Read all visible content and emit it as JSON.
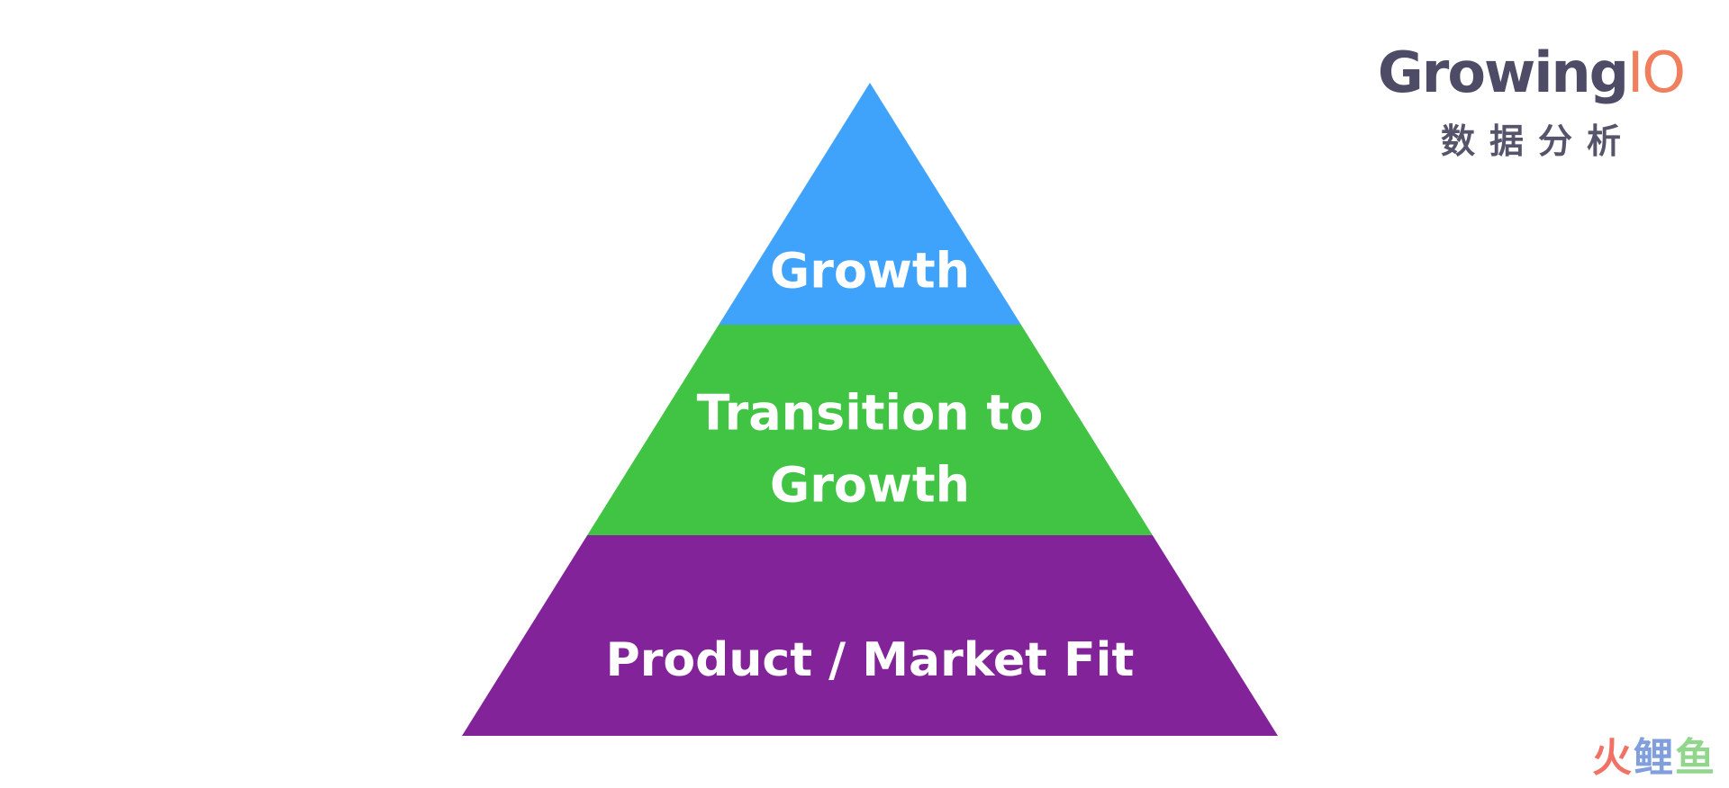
{
  "diagram": {
    "type": "pyramid",
    "tiers": [
      {
        "lines": [
          "Growth"
        ],
        "color": "#3fa2fb"
      },
      {
        "lines": [
          "Transition to",
          "Growth"
        ],
        "color": "#41c443"
      },
      {
        "lines": [
          "Product / Market Fit"
        ],
        "color": "#832399"
      }
    ]
  },
  "logo": {
    "brand_main": "Growing",
    "brand_accent": "IO",
    "subtitle": "数据分析",
    "main_color": "#4e4b67",
    "accent_color": "#f07f5d"
  },
  "watermark": {
    "chars": [
      "火",
      "鲤",
      "鱼"
    ]
  }
}
